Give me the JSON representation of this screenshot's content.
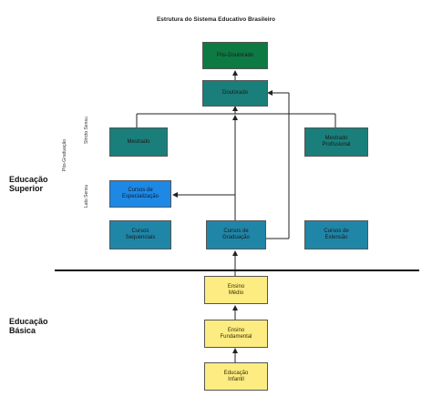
{
  "title": "Estrutura do Sistema Educativo Brasileiro",
  "sections": {
    "superior": "Educação\nSuperior",
    "basica": "Educação\nBásica"
  },
  "vertical_labels": {
    "stricto": "Stricto Sensu",
    "pos": "Pós-Graduação",
    "lato": "Lato Sensu"
  },
  "boxes": {
    "pos_doutorado": "Pós-Doutorado",
    "doutorado": "Doutorado",
    "mestrado": "Mestrado",
    "mestrado_prof": "Mestrado\nProfissional",
    "especializacao": "Cursos de\nEspecialização",
    "sequenciais": "Cursos\nSequenciais",
    "graduacao": "Cursos de\nGraduação",
    "extensao": "Cursos de\nExtensão",
    "ensino_medio": "Ensino\nMédio",
    "ensino_fundamental": "Ensino\nFundamental",
    "educacao_infantil": "Educação\nInfantil"
  },
  "colors": {
    "dark_green": "#0d7a44",
    "teal": "#1a7f7a",
    "blue": "#1e88e5",
    "yellow": "#fcec82"
  }
}
